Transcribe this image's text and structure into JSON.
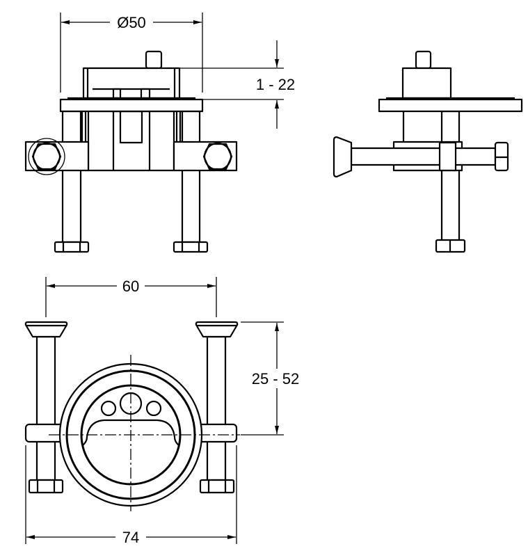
{
  "dimensions": {
    "diameter": "Ø50",
    "adjust_range": "1 - 22",
    "stud_spacing": "60",
    "clamp_range": "25 - 52",
    "overall_width": "74"
  },
  "colors": {
    "line": "#000000",
    "background": "#ffffff"
  }
}
